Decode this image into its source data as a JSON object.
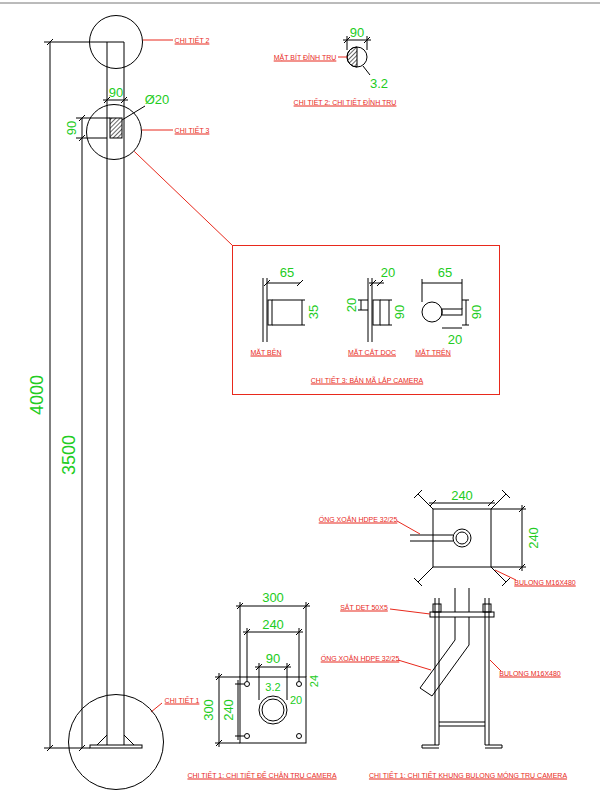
{
  "diagram": {
    "nodes": [
      {
        "text": [
          "CHI TIẾT 2"
        ]
      },
      {
        "text": [
          "CHI TIẾT 3"
        ]
      },
      {
        "text": [
          "CHI TIẾT 3: BẢN MÃ LẮP CAMERA"
        ]
      },
      {
        "text": [
          "CHI TIẾT 1"
        ]
      }
    ],
    "edges": [
      {
        "from": 1,
        "to": 2,
        "arrow": "none"
      }
    ],
    "labels": [
      "MẶT BÍT ĐỈNH TRỤ",
      "90",
      "3.2",
      "CHI TIẾT 2: CHI TIẾT ĐỈNH TRỤ",
      "4000",
      "3500",
      "90",
      "Ø20",
      "90",
      "65",
      "35",
      "MẶT BÊN",
      "20",
      "20",
      "90",
      "MẶT CẮT DỌC",
      "65",
      "90",
      "20",
      "MẶT TRÊN",
      "240",
      "240",
      "ỐNG XOẮN HDPE 32/25",
      "BULONG M16X480",
      "300",
      "240",
      "90",
      "3.2",
      "300",
      "240",
      "24",
      "20",
      "CHI TIẾT 1: CHI TIẾT ĐẾ CHÂN TRỤ CAMERA",
      "SẮT DẸT 50X5",
      "ỐNG XOẮN HDPE 32/25",
      "BULONG M16X480",
      "CHI TIẾT 1: CHI TIẾT KHUNG BULONG MÓNG TRỤ CAMERA"
    ]
  }
}
